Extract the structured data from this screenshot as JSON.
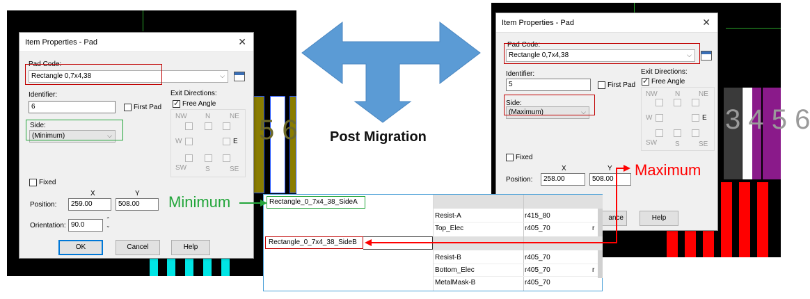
{
  "left_dialog": {
    "title": "Item Properties - Pad",
    "pad_code_label": "Pad Code:",
    "pad_code_value": "Rectangle 0,7x4,38",
    "identifier_label": "Identifier:",
    "identifier_value": "6",
    "first_pad_label": "First Pad",
    "exit_directions_label": "Exit Directions:",
    "free_angle_label": "Free Angle",
    "dir_nw": "NW",
    "dir_n": "N",
    "dir_ne": "NE",
    "dir_w": "W",
    "dir_e": "E",
    "dir_sw": "SW",
    "dir_s": "S",
    "dir_se": "SE",
    "side_label": "Side:",
    "side_value": "(Minimum)",
    "fixed_label": "Fixed",
    "x_label": "X",
    "y_label": "Y",
    "position_label": "Position:",
    "pos_x": "259.00",
    "pos_y": "508.00",
    "orientation_label": "Orientation:",
    "orientation_value": "90.0",
    "ok_label": "OK",
    "cancel_label": "Cancel",
    "help_label": "Help"
  },
  "right_dialog": {
    "title": "Item Properties - Pad",
    "pad_code_label": "Pad Code:",
    "pad_code_value": "Rectangle 0,7x4,38",
    "identifier_label": "Identifier:",
    "identifier_value": "5",
    "first_pad_label": "First Pad",
    "exit_directions_label": "Exit Directions:",
    "free_angle_label": "Free Angle",
    "dir_nw": "NW",
    "dir_n": "N",
    "dir_ne": "NE",
    "dir_w": "W",
    "dir_e": "E",
    "dir_sw": "SW",
    "dir_s": "S",
    "dir_se": "SE",
    "side_label": "Side:",
    "side_value": "(Maximum)",
    "fixed_label": "Fixed",
    "x_label": "X",
    "y_label": "Y",
    "position_label": "Position:",
    "pos_x": "258.00",
    "pos_y": "508.00",
    "cancel_partial": "ance",
    "help_label": "Help"
  },
  "annotations": {
    "post_migration": "Post Migration",
    "minimum": "Minimum",
    "maximum": "Maximum",
    "pcb_left_digits": "5  6",
    "pcb_right_digits": "3 4 5 6"
  },
  "layer_table": {
    "side_a": "Rectangle_0_7x4_38_SideA",
    "side_b": "Rectangle_0_7x4_38_SideB",
    "rows_a": [
      {
        "layer": "Resist-A",
        "shape": "r415_80"
      },
      {
        "layer": "Top_Elec",
        "shape": "r405_70",
        "extra": "r"
      }
    ],
    "rows_b": [
      {
        "layer": "Resist-B",
        "shape": "r405_70"
      },
      {
        "layer": "Bottom_Elec",
        "shape": "r405_70",
        "extra": "r"
      },
      {
        "layer": "MetalMask-B",
        "shape": "r405_70"
      }
    ]
  },
  "colors": {
    "arrow": "#5b9bd5",
    "red": "#c00000",
    "bright_red": "#ff0000",
    "green": "#22a53a",
    "cyan": "#00e5e5",
    "olive": "#8a7d00",
    "purple": "#8a1a8a"
  }
}
